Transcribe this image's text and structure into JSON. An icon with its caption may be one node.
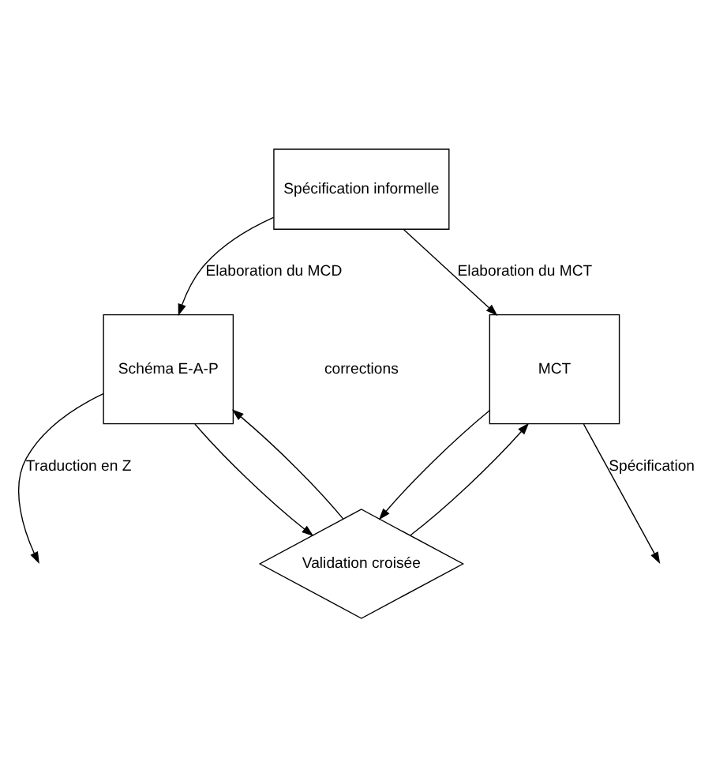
{
  "diagram": {
    "nodes": [
      {
        "text": [
          "Spécification informelle"
        ]
      },
      {
        "text": [
          "Schéma E-A-P"
        ]
      },
      {
        "text": [
          "MCT"
        ]
      },
      {
        "text": [
          "Validation croisée"
        ]
      }
    ],
    "edges": [
      {
        "from": 0,
        "to": 1,
        "arrow": "to",
        "label": "Elaboration du MCD"
      },
      {
        "from": 0,
        "to": 2,
        "arrow": "to",
        "label": "Elaboration du MCT"
      },
      {
        "from": 1,
        "to": 3,
        "arrow": "to"
      },
      {
        "from": 2,
        "to": 3,
        "arrow": "to"
      },
      {
        "from": 3,
        "to": 1,
        "arrow": "to"
      },
      {
        "from": 3,
        "to": 2,
        "arrow": "to"
      },
      {
        "from": 1,
        "to": null,
        "arrow": "to",
        "label": "Traduction en Z"
      },
      {
        "from": 2,
        "to": null,
        "arrow": "to",
        "label": "Spécification"
      }
    ],
    "labels": [
      "corrections"
    ]
  }
}
